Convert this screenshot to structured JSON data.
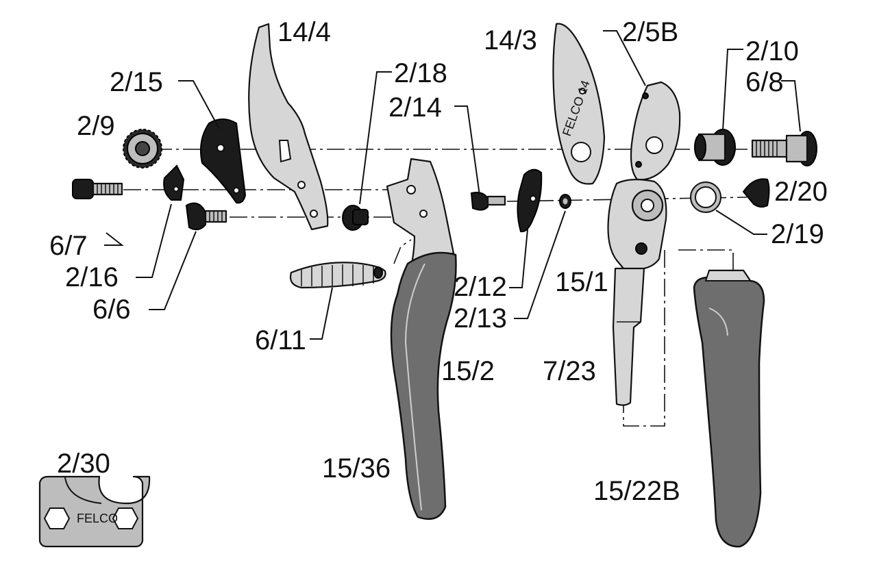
{
  "labels": {
    "p14_4": "14/4",
    "p14_3": "14/3",
    "p2_5B": "2/5B",
    "p2_10": "2/10",
    "p6_8": "6/8",
    "p2_15": "2/15",
    "p2_18": "2/18",
    "p2_14": "2/14",
    "p2_9": "2/9",
    "p2_20": "2/20",
    "p6_7": "6/7",
    "p2_19": "2/19",
    "p2_16": "2/16",
    "p6_6": "6/6",
    "p2_12": "2/12",
    "p15_1": "15/1",
    "p2_13": "2/13",
    "p6_11": "6/11",
    "p15_2": "15/2",
    "p7_23": "7/23",
    "p2_30": "2/30",
    "p15_36": "15/36",
    "p15_22B": "15/22B"
  },
  "engravings": {
    "blade_brand": "FELCO 14",
    "spanner_brand": "FELCO"
  },
  "colors": {
    "grip": "#6e6e6e",
    "metal": "#d6d6d6",
    "black_part": "#1b1b1b"
  }
}
